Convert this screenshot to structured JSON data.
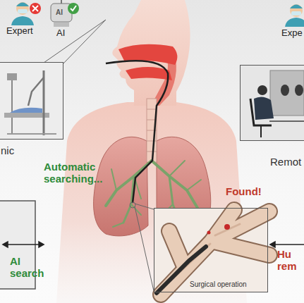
{
  "diagram": {
    "nodes": [
      {
        "text": [
          "nic"
        ]
      },
      {
        "text": [
          "Remot"
        ]
      },
      {
        "text": [
          "Surgical operation"
        ]
      }
    ],
    "labels": [
      "Expert",
      "AI",
      "AI",
      "Expe",
      "Automatic searching...",
      "Found!",
      "AI search",
      "Hu rem"
    ]
  }
}
